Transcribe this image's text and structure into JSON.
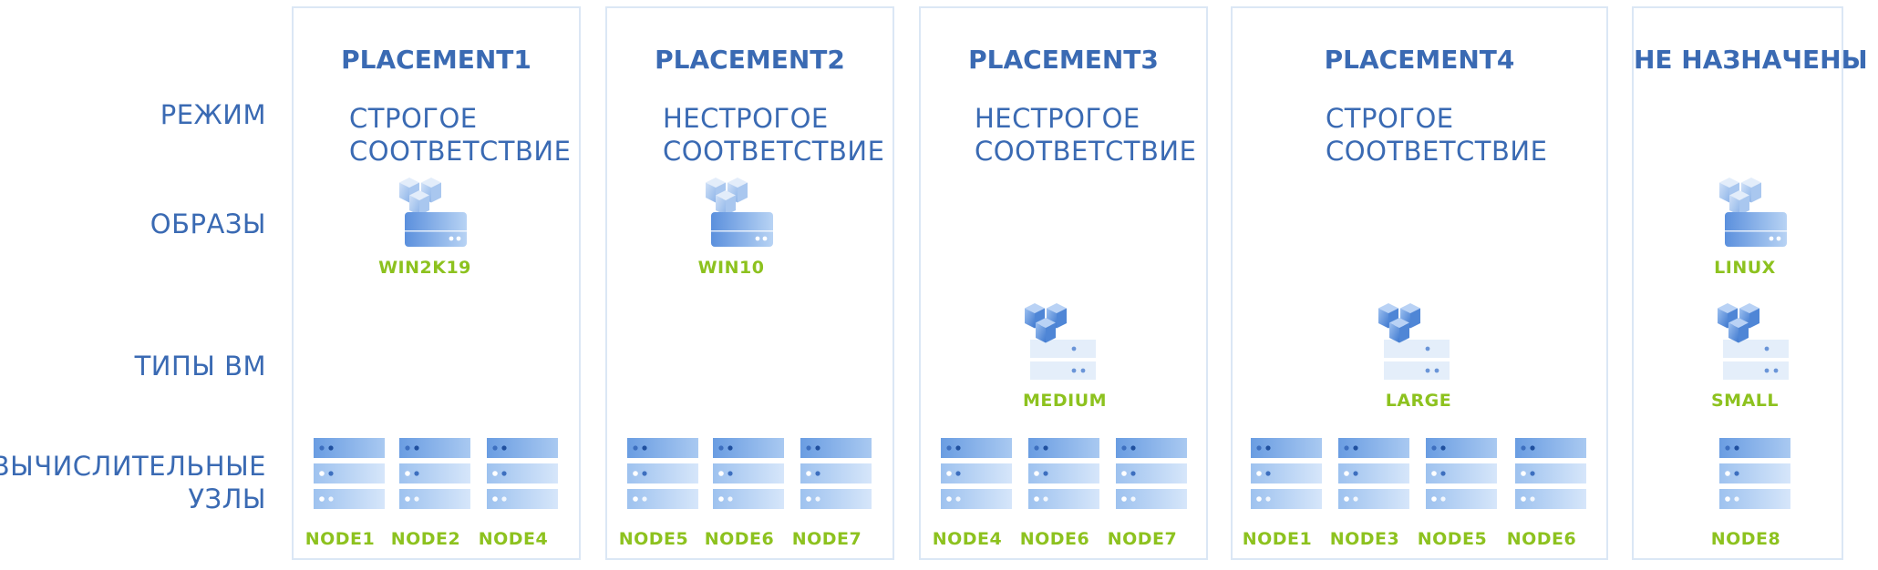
{
  "row_labels": {
    "mode": "РЕЖИМ",
    "images": "ОБРАЗЫ",
    "vm_types": "ТИПЫ ВМ",
    "nodes_line1": "ВЫЧИСЛИТЕЛЬНЫЕ",
    "nodes_line2": "УЗЛЫ"
  },
  "icons": {
    "image": "disk-image-icon",
    "vm_type": "vm-flavor-icon",
    "node": "server-node-icon"
  },
  "colors": {
    "accent": "#3a6ab3",
    "green": "#8dc21f",
    "border": "#dbe7f5"
  },
  "columns": [
    {
      "title": "PLACEMENT1",
      "mode_line1": "СТРОГОЕ",
      "mode_line2": "СООТВЕТСТВИЕ",
      "image": "WIN2K19",
      "vm_type": "",
      "nodes": [
        "NODE1",
        "NODE2",
        "NODE4"
      ]
    },
    {
      "title": "PLACEMENT2",
      "mode_line1": "НЕСТРОГОЕ",
      "mode_line2": "СООТВЕТСТВИЕ",
      "image": "WIN10",
      "vm_type": "",
      "nodes": [
        "NODE5",
        "NODE6",
        "NODE7"
      ]
    },
    {
      "title": "PLACEMENT3",
      "mode_line1": "НЕСТРОГОЕ",
      "mode_line2": "СООТВЕТСТВИЕ",
      "image": "",
      "vm_type": "MEDIUM",
      "nodes": [
        "NODE4",
        "NODE6",
        "NODE7"
      ]
    },
    {
      "title": "PLACEMENT4",
      "mode_line1": "СТРОГОЕ",
      "mode_line2": "СООТВЕТСТВИЕ",
      "image": "",
      "vm_type": "LARGE",
      "nodes": [
        "NODE1",
        "NODE3",
        "NODE5",
        "NODE6"
      ]
    },
    {
      "title": "НЕ НАЗНАЧЕНЫ",
      "mode_line1": "",
      "mode_line2": "",
      "image": "LINUX",
      "vm_type": "SMALL",
      "nodes": [
        "NODE8"
      ]
    }
  ]
}
